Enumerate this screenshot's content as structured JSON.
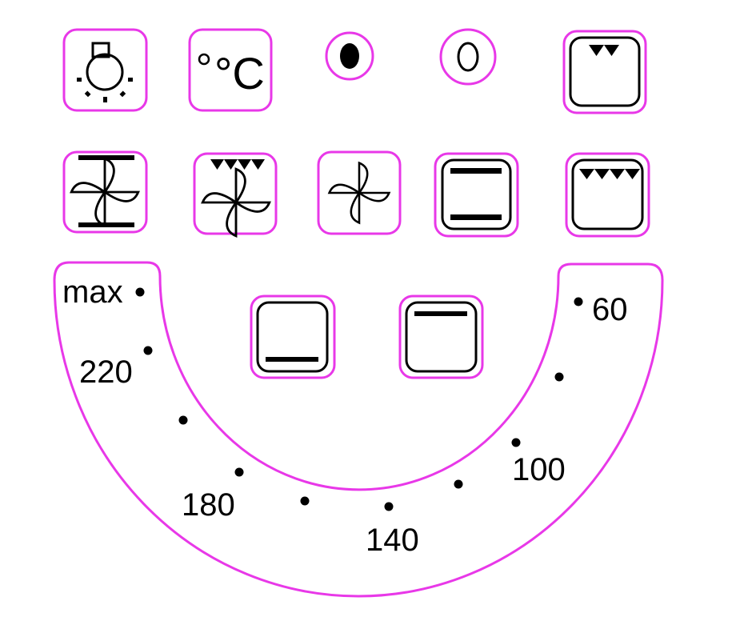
{
  "accent_color": "#e838e8",
  "buttons": {
    "light": {
      "icon": "oven-light-icon"
    },
    "temperature": {
      "icon": "celsius-icon",
      "label": "°C"
    },
    "on": {
      "icon": "on-indicator-icon"
    },
    "off": {
      "icon": "off-indicator-icon",
      "label": "0"
    },
    "grill_small": {
      "icon": "small-grill-icon"
    },
    "fan_top_bottom": {
      "icon": "fan-top-bottom-heat-icon"
    },
    "fan_grill": {
      "icon": "fan-grill-icon"
    },
    "fan": {
      "icon": "fan-icon"
    },
    "top_bottom": {
      "icon": "top-bottom-heat-icon"
    },
    "grill_large": {
      "icon": "large-grill-icon"
    },
    "bottom": {
      "icon": "bottom-heat-icon"
    },
    "top": {
      "icon": "top-heat-icon"
    }
  },
  "dial": {
    "labels": [
      "max",
      "220",
      "180",
      "140",
      "100",
      "60"
    ]
  }
}
